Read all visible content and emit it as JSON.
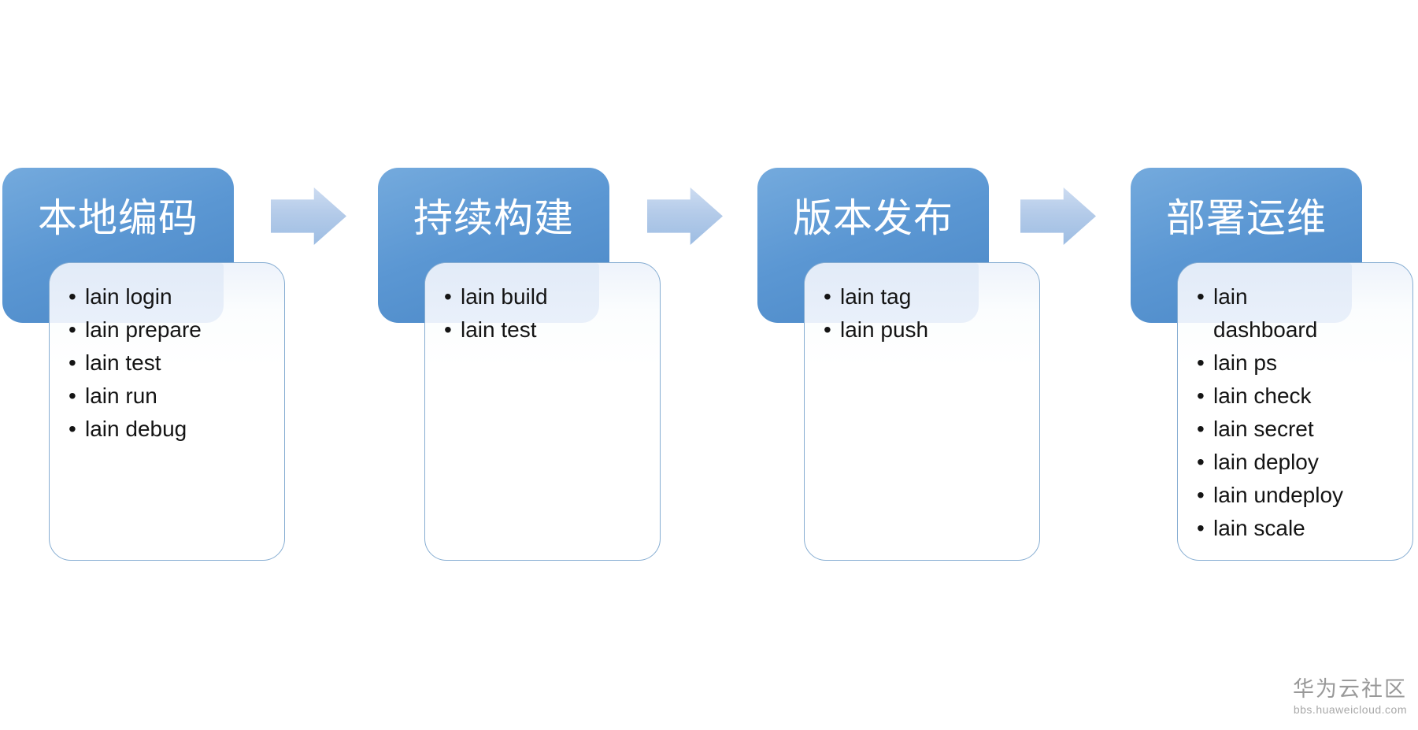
{
  "diagram": {
    "type": "process-flow",
    "stages": [
      {
        "title": "本地编码",
        "items": [
          "lain login",
          "lain prepare",
          "lain test",
          "lain run",
          "lain debug"
        ]
      },
      {
        "title": "持续构建",
        "items": [
          "lain build",
          "lain test"
        ]
      },
      {
        "title": "版本发布",
        "items": [
          "lain tag",
          "lain push"
        ]
      },
      {
        "title": "部署运维",
        "items": [
          "lain dashboard",
          "lain ps",
          "lain check",
          "lain secret",
          "lain deploy",
          "lain undeploy",
          "lain scale"
        ]
      }
    ],
    "arrow_count": 3,
    "colors": {
      "title_box_top": "#74aadd",
      "title_box_bottom": "#4a87c6",
      "arrow_top": "#cddcf1",
      "arrow_bottom": "#9dbde3",
      "panel_border": "#86add2",
      "panel_tint": "#e3ecf8",
      "title_text": "#ffffff",
      "list_text": "#141414",
      "watermark_gray": "#999999"
    }
  },
  "watermark": {
    "community": "华为云社区",
    "site": "bbs.huaweicloud.com"
  }
}
